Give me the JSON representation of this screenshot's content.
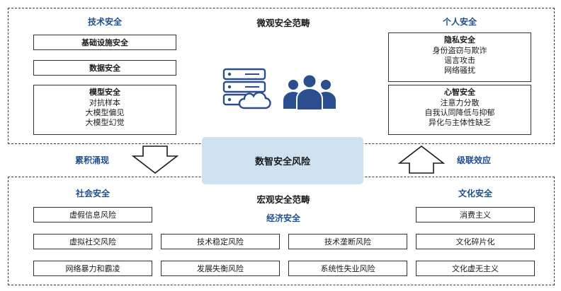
{
  "micro": {
    "title": "微观安全范畴",
    "tech": {
      "title": "技术安全",
      "items": [
        "基础设施安全",
        "数据安全"
      ],
      "model": {
        "heading": "模型安全",
        "lines": [
          "对抗样本",
          "大模型偏见",
          "大模型幻觉"
        ]
      }
    },
    "personal": {
      "title": "个人安全",
      "privacy": {
        "heading": "隐私安全",
        "lines": [
          "身份盗窃与欺诈",
          "谣言攻击",
          "网络骚扰"
        ]
      },
      "mental": {
        "heading": "心智安全",
        "lines": [
          "注意力分散",
          "自我认同降低与抑郁",
          "异化与主体性缺乏"
        ]
      }
    }
  },
  "center": {
    "label": "数智安全风险"
  },
  "arrows": {
    "left_label": "累积涌现",
    "right_label": "级联效应"
  },
  "macro": {
    "title": "宏观安全范畴",
    "social": {
      "title": "社会安全",
      "items": [
        "虚假信息风险",
        "虚拟社交风险",
        "网络暴力和霸凌"
      ]
    },
    "economic": {
      "title": "经济安全",
      "items": [
        "技术稳定风险",
        "技术垄断风险",
        "发展失衡风险",
        "系统性失业风险"
      ]
    },
    "cultural": {
      "title": "文化安全",
      "items": [
        "消费主义",
        "文化碎片化",
        "文化虚无主义"
      ]
    }
  },
  "colors": {
    "accent_blue": "#1f4e8c",
    "center_fill": "#cfe2f1",
    "icon_blue": "#2b4f8e"
  }
}
